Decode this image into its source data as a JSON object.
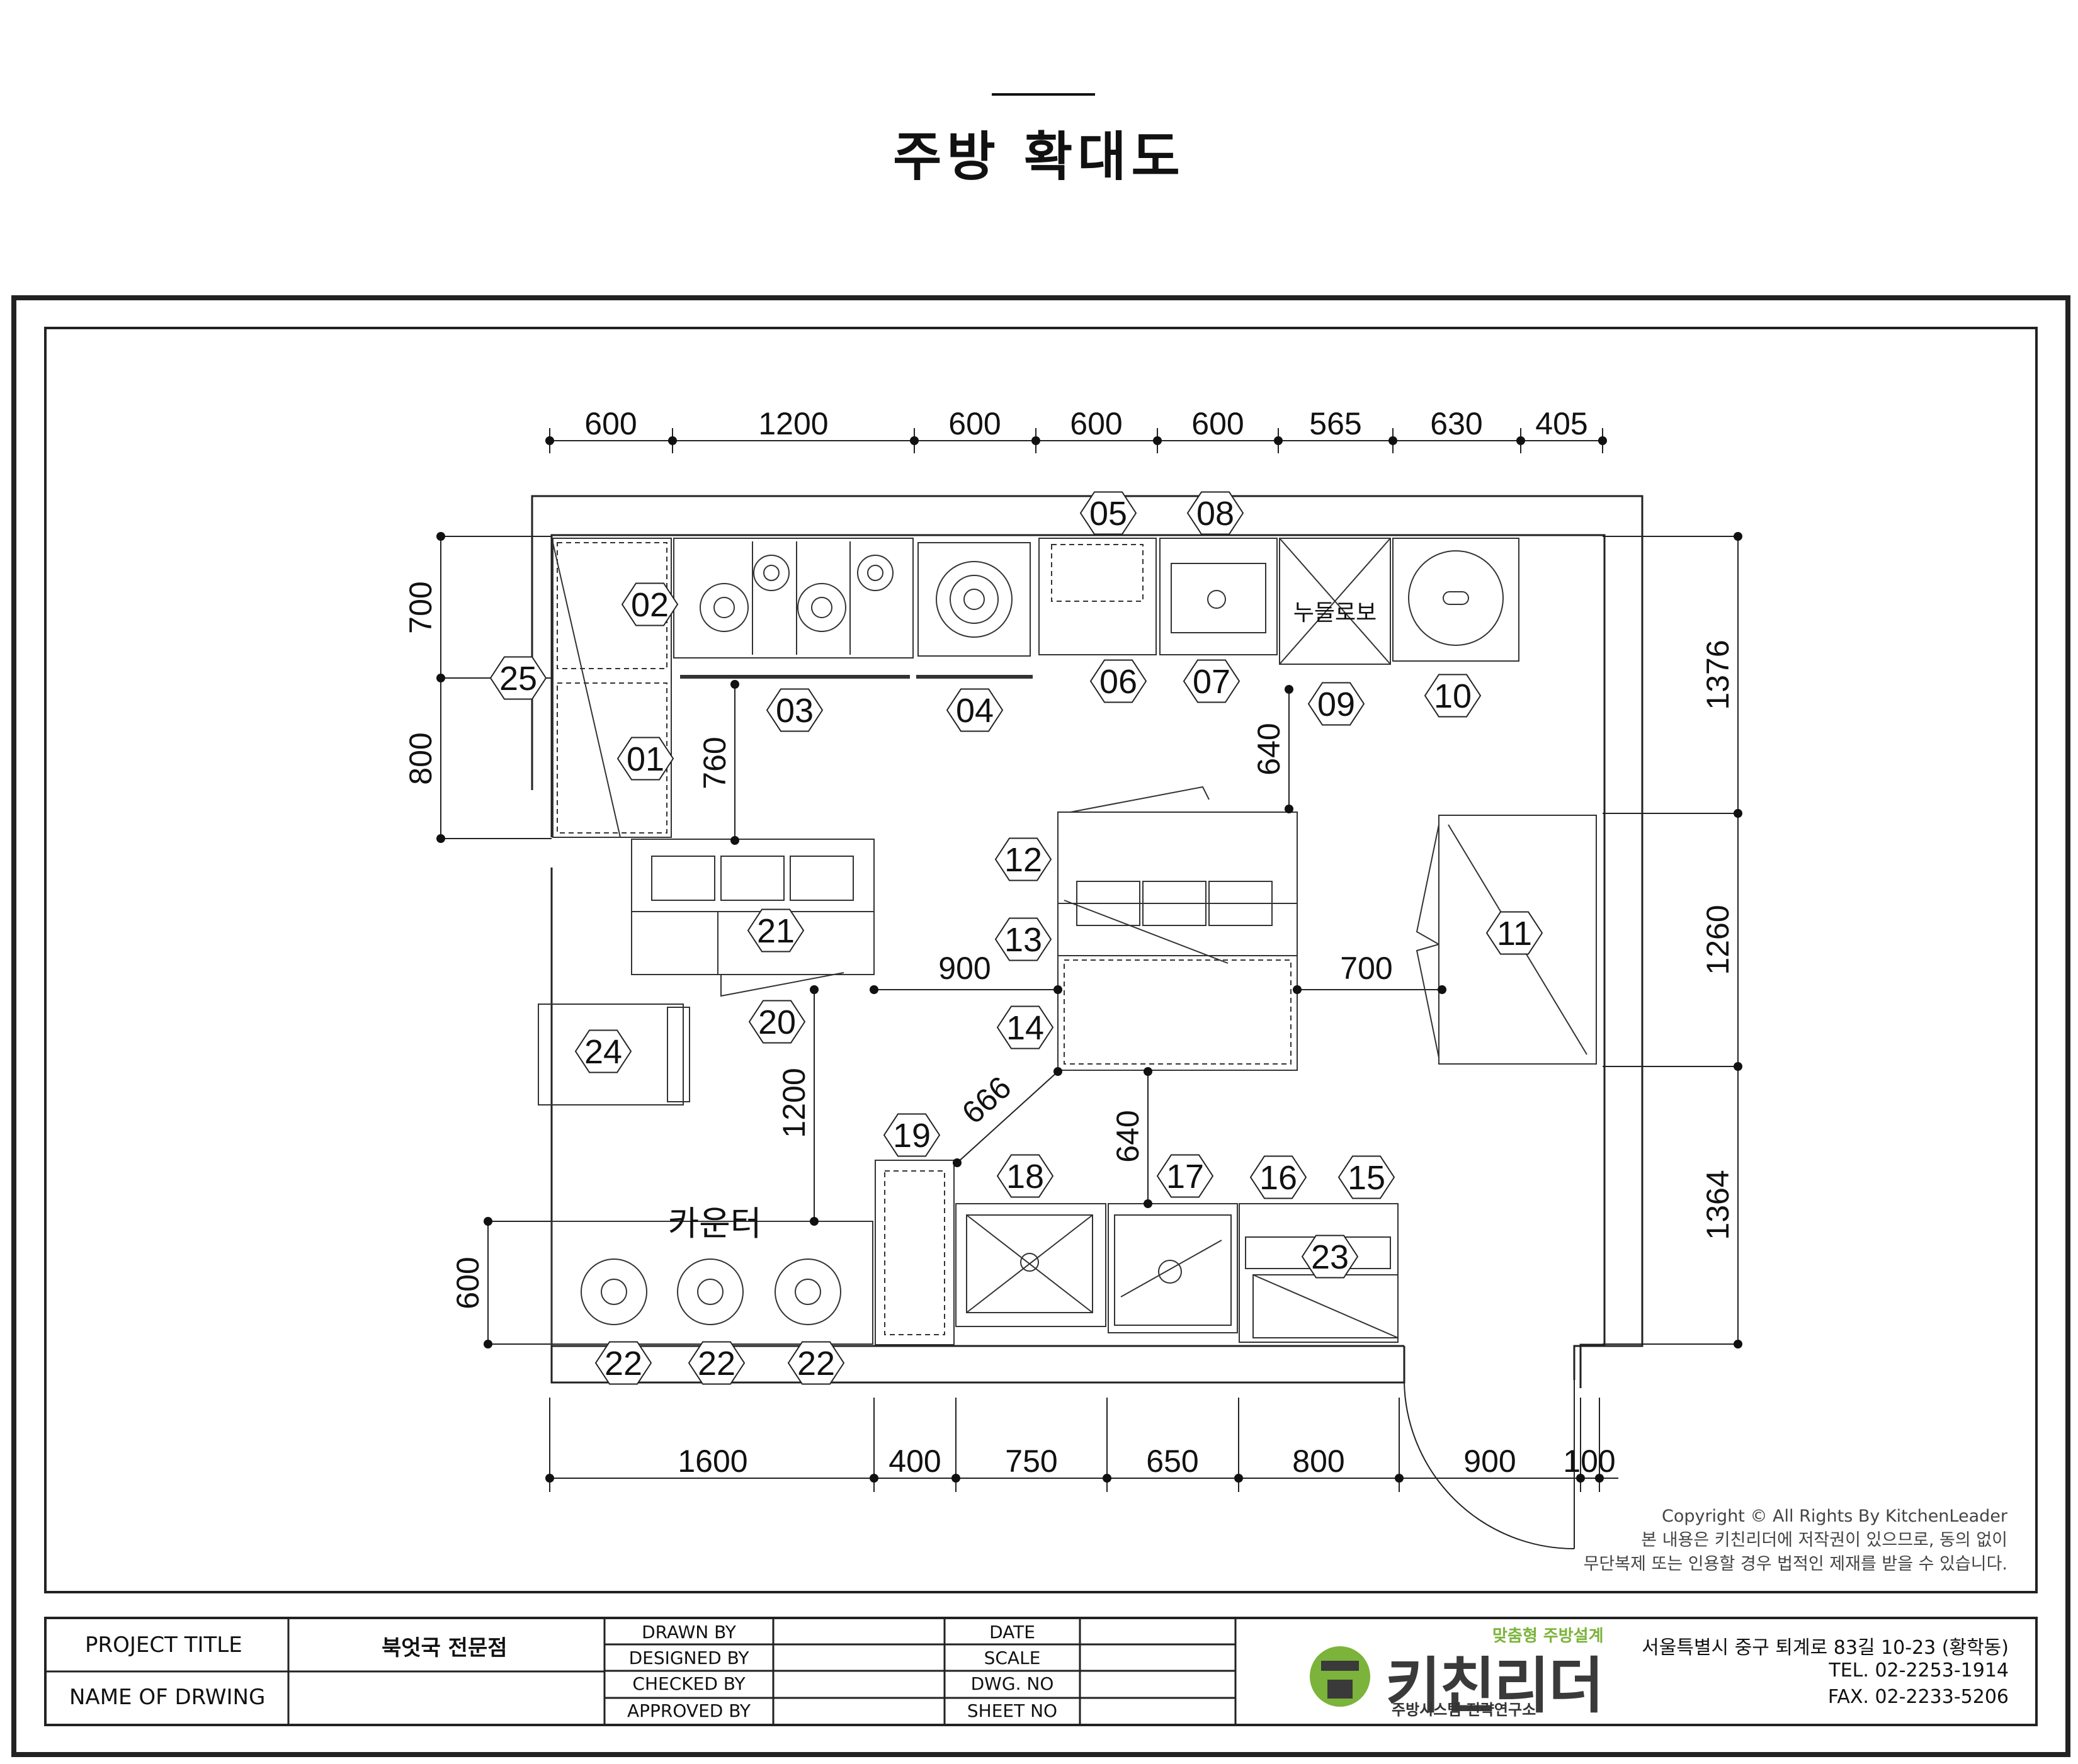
{
  "page": {
    "title": "주방 확대도"
  },
  "top_dims": [
    "600",
    "1200",
    "600",
    "600",
    "600",
    "565",
    "630",
    "405"
  ],
  "bottom_dims": [
    "1600",
    "400",
    "750",
    "650",
    "800",
    "900",
    "100"
  ],
  "left_dims": [
    "700",
    "800",
    "600"
  ],
  "right_dims": [
    "1376",
    "1260",
    "1364"
  ],
  "inner_dims": {
    "d760": "760",
    "d640a": "640",
    "d900": "900",
    "d700": "700",
    "d1200": "1200",
    "d666": "666",
    "d640b": "640"
  },
  "items": [
    {
      "no": "01"
    },
    {
      "no": "02"
    },
    {
      "no": "03"
    },
    {
      "no": "04"
    },
    {
      "no": "05"
    },
    {
      "no": "06"
    },
    {
      "no": "07"
    },
    {
      "no": "08"
    },
    {
      "no": "09"
    },
    {
      "no": "10"
    },
    {
      "no": "11"
    },
    {
      "no": "12"
    },
    {
      "no": "13"
    },
    {
      "no": "14"
    },
    {
      "no": "15"
    },
    {
      "no": "16"
    },
    {
      "no": "17"
    },
    {
      "no": "18"
    },
    {
      "no": "19"
    },
    {
      "no": "20"
    },
    {
      "no": "21"
    },
    {
      "no": "22"
    },
    {
      "no": "22"
    },
    {
      "no": "22"
    },
    {
      "no": "23"
    },
    {
      "no": "24"
    },
    {
      "no": "25"
    }
  ],
  "labels": {
    "noodle_robot": "누들로보",
    "counter": "카운터"
  },
  "copyright": {
    "line1": "Copyright © All Rights By KitchenLeader",
    "line2": "본 내용은 키친리더에 저작권이 있으므로, 동의 없이",
    "line3": "무단복제 또는 인용할 경우 법적인 제재를 받을 수 있습니다."
  },
  "title_block": {
    "project_title_label": "PROJECT TITLE",
    "project_title": "북엇국 전문점",
    "drawing_name_label": "NAME OF DRWING",
    "drawn_by": "DRAWN BY",
    "designed_by": "DESIGNED BY",
    "checked_by": "CHECKED BY",
    "approved_by": "APPROVED BY",
    "date": "DATE",
    "scale": "SCALE",
    "dwg_no": "DWG. NO",
    "sheet_no": "SHEET NO",
    "logo_tagline": "맞춤형 주방설계",
    "logo_name": "키친리더",
    "logo_sub": "주방시스템 전략연구소",
    "address": "서울특별시 중구 퇴계로 83길 10-23 (황학동)",
    "tel": "TEL. 02-2253-1914",
    "fax": "FAX. 02-2233-5206"
  }
}
